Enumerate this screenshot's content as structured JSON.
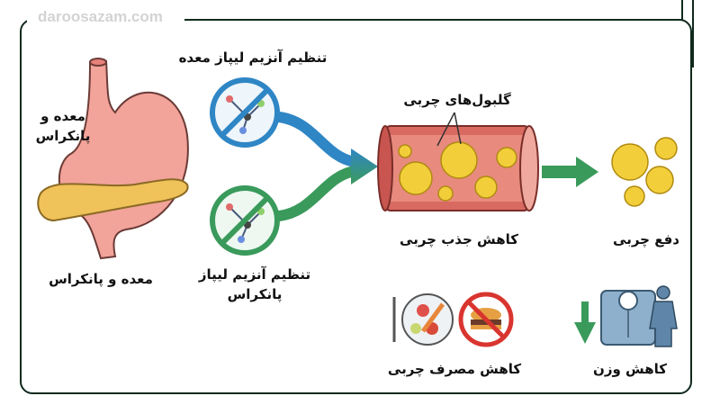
{
  "watermark": "daroosazam.com",
  "labels": {
    "stomach_pancreas_side": [
      "معده و",
      "پانکراس"
    ],
    "stomach_pancreas_bottom": "معده و پانکراس",
    "gastric_lipase": "تنظیم آنزیم لیپاز معده",
    "pancreatic_lipase": [
      "تنظیم آنزیم لیپاز",
      "پانکراس"
    ],
    "fat_globules": "گلبول‌های چربی",
    "reduced_absorption": "کاهش جذب چربی",
    "fat_excretion": "دفع چربی",
    "reduced_intake": "کاهش مصرف چربی",
    "weight_loss": "کاهش وزن"
  },
  "colors": {
    "frame": "#0f2a1c",
    "blue": "#2f86c5",
    "green": "#3a9a5b",
    "fat": "#f2cf3a",
    "vessel": "#c8554f"
  }
}
